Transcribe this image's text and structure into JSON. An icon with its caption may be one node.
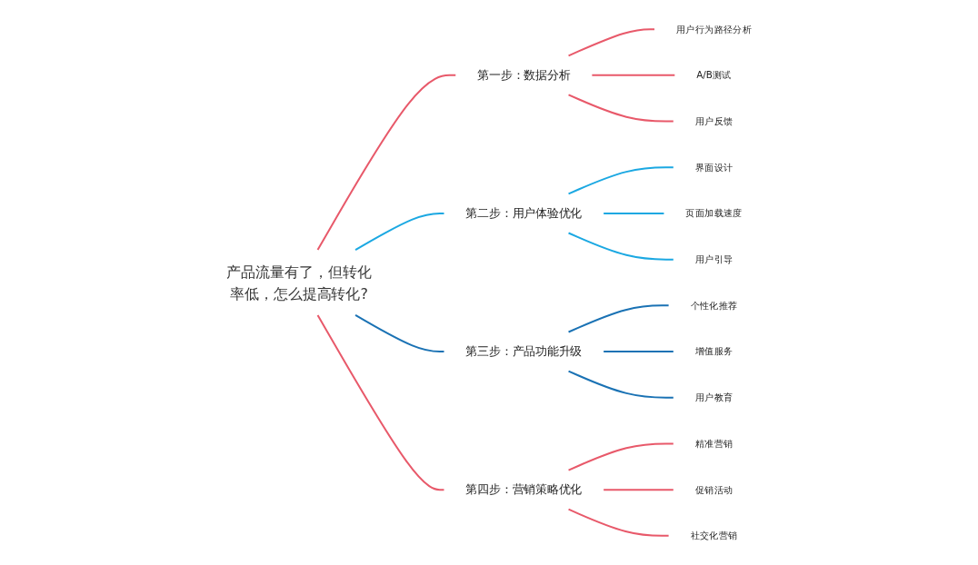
{
  "diagram": {
    "nodes": [
      {
        "text": [
          "产品流量有了，但转化率低，怎么提高转化?"
        ]
      },
      {
        "text": [
          "第一步：数据分析"
        ]
      },
      {
        "text": [
          "用户行为路径分析"
        ]
      },
      {
        "text": [
          "A/B测试"
        ]
      },
      {
        "text": [
          "用户反馈"
        ]
      },
      {
        "text": [
          "第二步：用户体验优化"
        ]
      },
      {
        "text": [
          "界面设计"
        ]
      },
      {
        "text": [
          "页面加载速度"
        ]
      },
      {
        "text": [
          "用户引导"
        ]
      },
      {
        "text": [
          "第三步：产品功能升级"
        ]
      },
      {
        "text": [
          "个性化推荐"
        ]
      },
      {
        "text": [
          "增值服务"
        ]
      },
      {
        "text": [
          "用户教育"
        ]
      },
      {
        "text": [
          "第四步：营销策略优化"
        ]
      },
      {
        "text": [
          "精准营销"
        ]
      },
      {
        "text": [
          "促销活动"
        ]
      },
      {
        "text": [
          "社交化营销"
        ]
      }
    ],
    "edges": [
      {
        "from": 0,
        "to": 1,
        "arrow": "none"
      },
      {
        "from": 1,
        "to": 2,
        "arrow": "none"
      },
      {
        "from": 1,
        "to": 3,
        "arrow": "none"
      },
      {
        "from": 1,
        "to": 4,
        "arrow": "none"
      },
      {
        "from": 0,
        "to": 5,
        "arrow": "none",
        "color": "#1ba8e2"
      },
      {
        "from": 5,
        "to": 6,
        "arrow": "none",
        "color": "#1ba8e2"
      },
      {
        "from": 5,
        "to": 7,
        "arrow": "none",
        "color": "#1ba8e2"
      },
      {
        "from": 5,
        "to": 8,
        "arrow": "none",
        "color": "#1ba8e2"
      },
      {
        "from": 0,
        "to": 9,
        "arrow": "none",
        "color": "#1a72b4"
      },
      {
        "from": 9,
        "to": 10,
        "arrow": "none",
        "color": "#1a72b4"
      },
      {
        "from": 9,
        "to": 11,
        "arrow": "none",
        "color": "#1a72b4"
      },
      {
        "from": 9,
        "to": 12,
        "arrow": "none",
        "color": "#1a72b4"
      },
      {
        "from": 0,
        "to": 13,
        "arrow": "none"
      },
      {
        "from": 13,
        "to": 14,
        "arrow": "none"
      },
      {
        "from": 13,
        "to": 15,
        "arrow": "none"
      },
      {
        "from": 13,
        "to": 16,
        "arrow": "none"
      }
    ]
  }
}
